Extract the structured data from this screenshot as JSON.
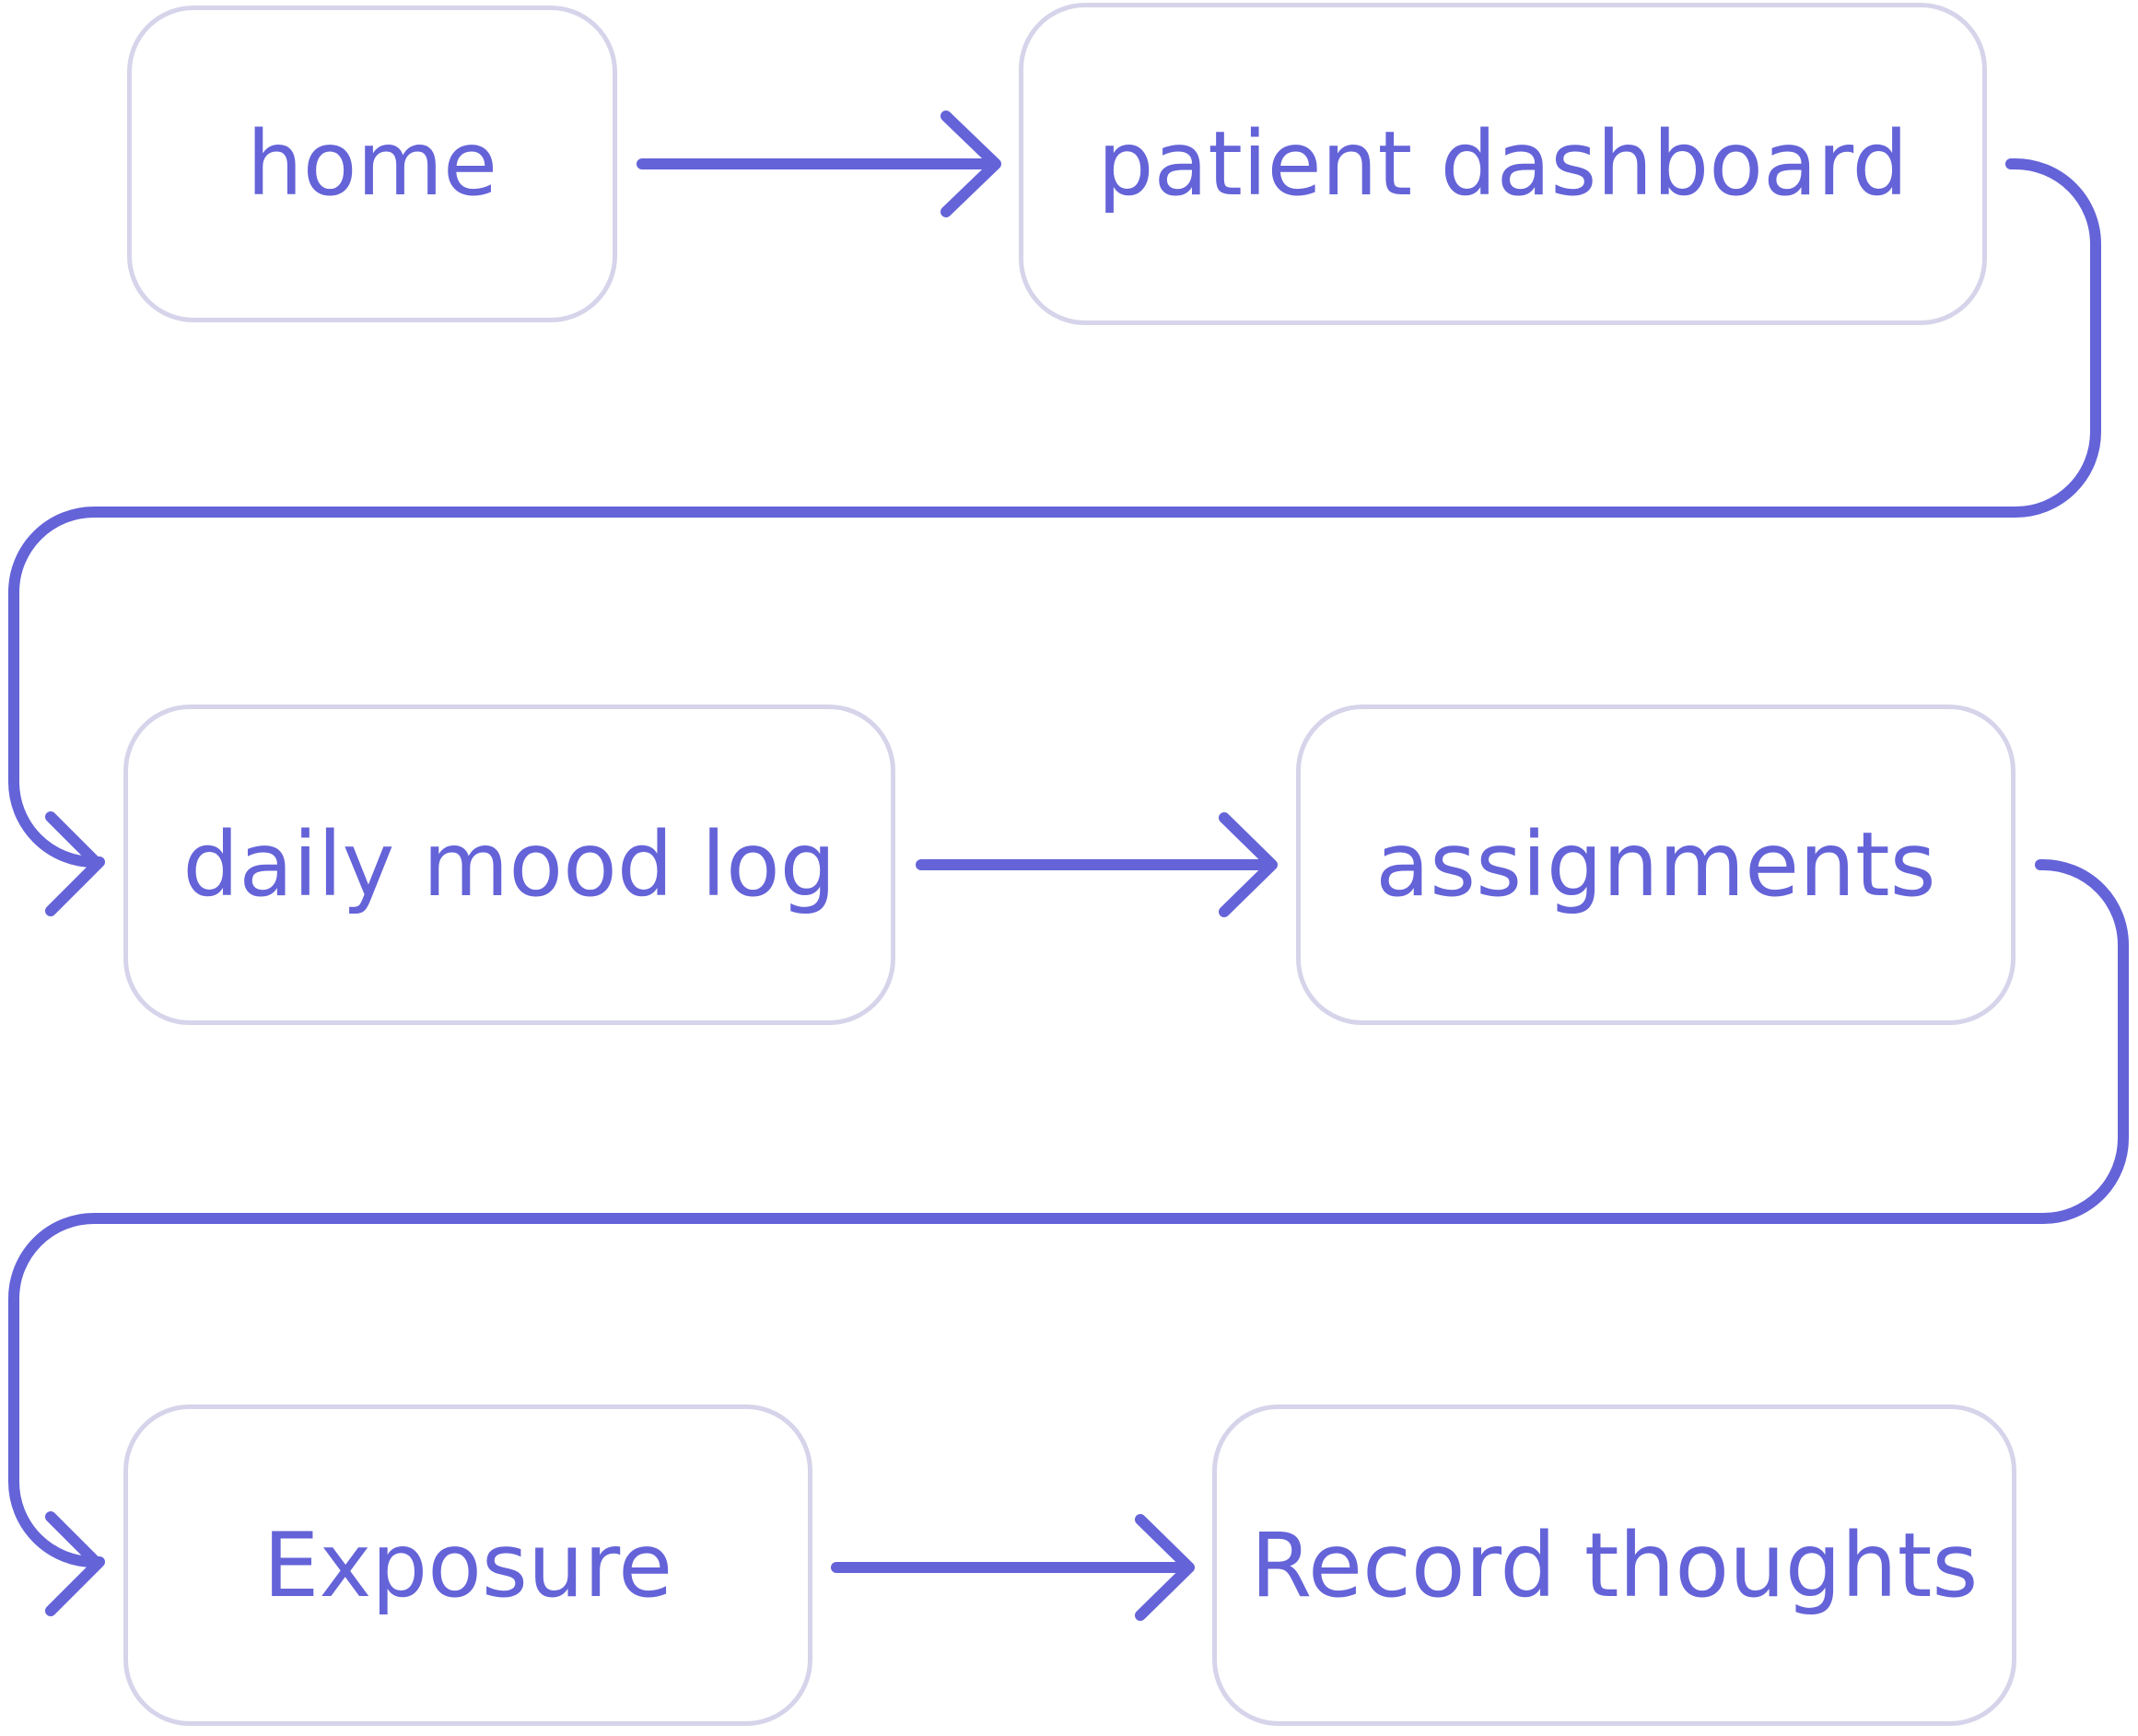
{
  "nodes": {
    "home": "home",
    "patient_dashboard": "patient dashboard",
    "daily_mood_log": "daily mood log",
    "assignments": "assignments",
    "exposure": "Exposure",
    "record_thoughts": "Record thoughts"
  },
  "edges": [
    {
      "from": "home",
      "to": "patient dashboard"
    },
    {
      "from": "patient dashboard",
      "to": "daily mood log"
    },
    {
      "from": "daily mood log",
      "to": "assignments"
    },
    {
      "from": "assignments",
      "to": "Exposure"
    },
    {
      "from": "Exposure",
      "to": "Record thoughts"
    }
  ],
  "colors": {
    "accent": "#6463d8",
    "node_border": "#d6d4ea",
    "background": "#ffffff"
  }
}
